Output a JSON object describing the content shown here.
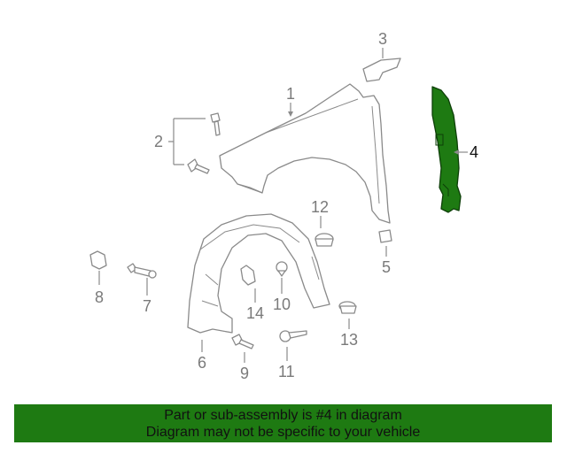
{
  "callouts": {
    "c1": "1",
    "c2": "2",
    "c3": "3",
    "c4": "4",
    "c5": "5",
    "c6": "6",
    "c7": "7",
    "c8": "8",
    "c9": "9",
    "c10": "10",
    "c11": "11",
    "c12": "12",
    "c13": "13",
    "c14": "14"
  },
  "highlight": {
    "part_number": "4",
    "color": "#1e7a12"
  },
  "banner": {
    "line1": "Part or sub-assembly is #4 in diagram",
    "line2": "Diagram may not be specific to your vehicle",
    "background": "#1e7a12"
  }
}
